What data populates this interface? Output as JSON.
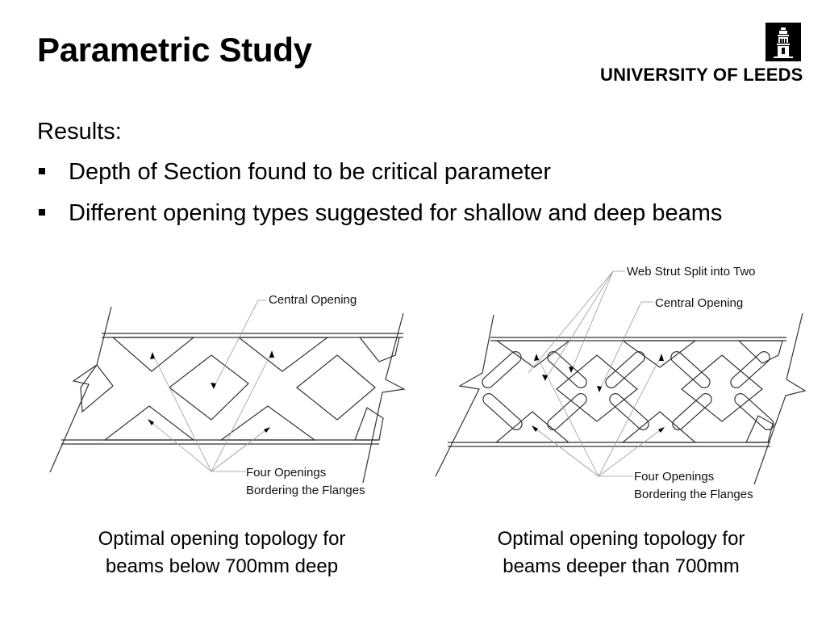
{
  "slide": {
    "title": "Parametric Study",
    "results_label": "Results:",
    "bullets": [
      {
        "text": "Depth of Section found to be critical parameter"
      },
      {
        "text": "Different opening types suggested for shallow and deep beams"
      }
    ]
  },
  "logo": {
    "text": "UNIVERSITY OF LEEDS",
    "icon": "parkinson-tower-icon"
  },
  "figures": {
    "left": {
      "label_central": "Central Opening",
      "label_four_1": "Four Openings",
      "label_four_2": "Bordering the Flanges",
      "caption_1": "Optimal opening topology for",
      "caption_2": "beams below 700mm deep"
    },
    "right": {
      "label_web": "Web Strut Split into Two",
      "label_central": "Central Opening",
      "label_four_1": "Four Openings",
      "label_four_2": "Bordering the Flanges",
      "caption_1": "Optimal opening topology for",
      "caption_2": "beams deeper than 700mm"
    }
  }
}
